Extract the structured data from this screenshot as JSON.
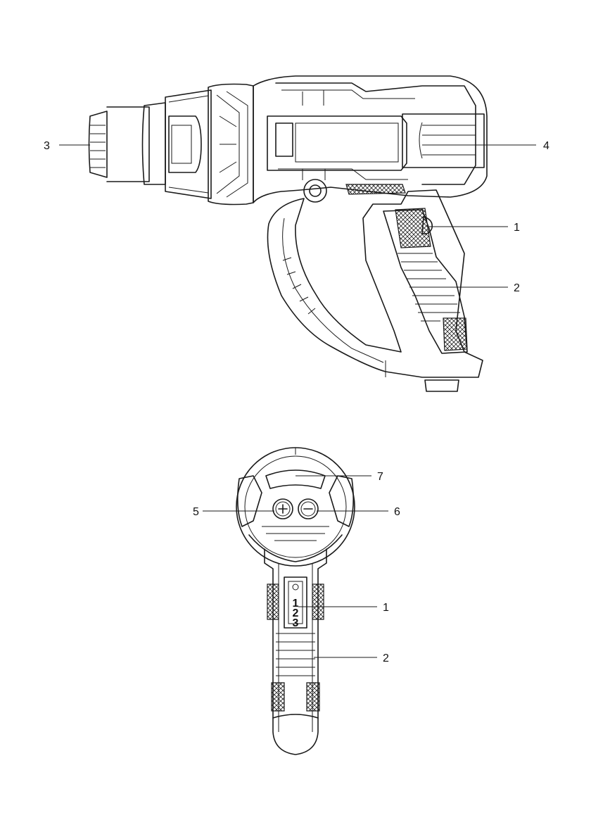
{
  "side_view": {
    "callouts": [
      {
        "id": "switch",
        "label": "1"
      },
      {
        "id": "handle",
        "label": "2"
      },
      {
        "id": "nozzle",
        "label": "3"
      },
      {
        "id": "air-vents",
        "label": "4"
      }
    ]
  },
  "rear_view": {
    "callouts": [
      {
        "id": "display",
        "label": "7"
      },
      {
        "id": "plus-button",
        "label": "5"
      },
      {
        "id": "minus-button",
        "label": "6"
      },
      {
        "id": "switch",
        "label": "1"
      },
      {
        "id": "handle",
        "label": "2"
      }
    ],
    "switch_positions": [
      "1",
      "2",
      "3"
    ]
  },
  "colors": {
    "line": "#1a1a1a",
    "background": "#ffffff"
  }
}
